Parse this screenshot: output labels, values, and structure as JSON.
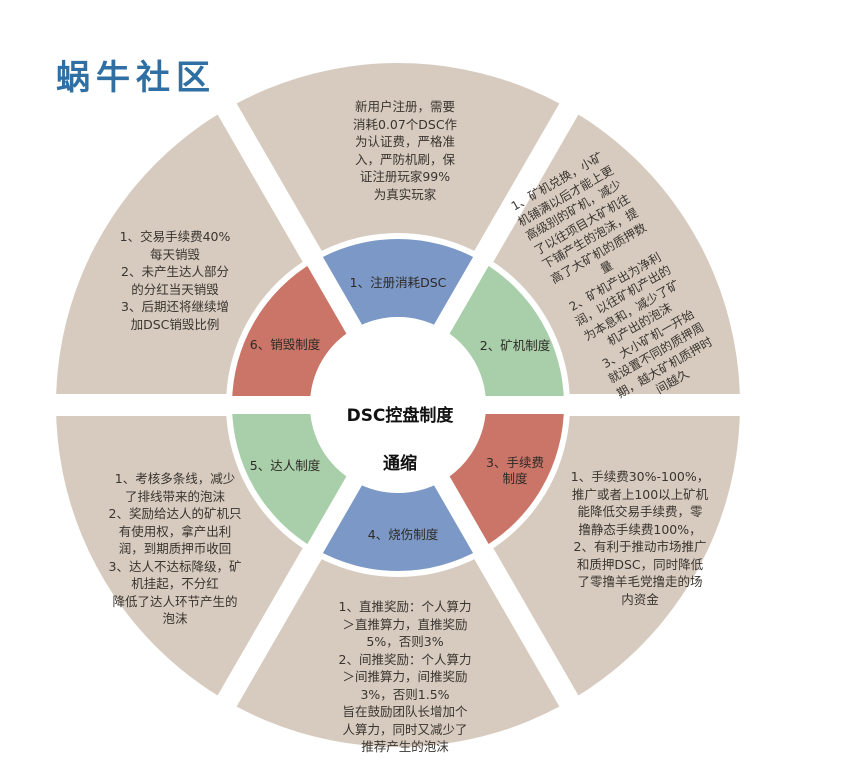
{
  "brand": "蜗牛社区",
  "center": {
    "line1": "DSC控盘制度",
    "line2": "通缩"
  },
  "segments": [
    {
      "label": "1、注册消耗DSC",
      "color": "#7b98c6",
      "detail": "新用户注册，需要\n消耗0.07个DSC作\n为认证费，严格准\n入，严防机刷，保\n证注册玩家99%\n为真实玩家"
    },
    {
      "label": "2、矿机制度",
      "color": "#a8cfaa",
      "detail": "1、矿机兑换，小矿\n机铺满以后才能上更\n高级别的矿机，减少\n了以往项目大矿机往\n下铺产生的泡沫，提\n高了大矿机的质押数\n量\n2、矿机产出为净利\n润，以往矿机产出的\n为本息和，减少了矿\n机产出的泡沫\n3、大小矿机一开始\n就设置不同的质押周\n期，越大矿机质押时\n间越久"
    },
    {
      "label": "3、手续费\n制度",
      "color": "#cb7468",
      "detail": "1、手续费30%-100%，\n推广或者上100以上矿机\n能降低交易手续费，零\n撸静态手续费100%，\n2、有利于推动市场推广\n和质押DSC，同时降低\n了零撸羊毛党撸走的场\n内资金"
    },
    {
      "label": "4、烧伤制度",
      "color": "#7b98c6",
      "detail": "1、直推奖励：个人算力\n＞直推算力，直推奖励\n5%，否则3%\n2、间推奖励：个人算力\n＞间推算力，间推奖励\n3%，否则1.5%\n旨在鼓励团队长增加个\n人算力，同时又减少了\n推荐产生的泡沫"
    },
    {
      "label": "5、达人制度",
      "color": "#a8cfaa",
      "detail": "1、考核多条线，减少\n了排线带来的泡沫\n2、奖励给达人的矿机只\n有使用权，拿产出利\n润，到期质押币收回\n3、达人不达标降级，矿\n机挂起，不分红\n降低了达人环节产生的\n泡沫"
    },
    {
      "label": "6、销毁制度",
      "color": "#cb7468",
      "detail": "1、交易手续费40%\n每天销毁\n2、未产生达人部分\n的分红当天销毁\n3、后期还将继续增\n加DSC销毁比例"
    }
  ],
  "colors": {
    "outer": "#d7cbbf",
    "brand": "#2f6fa3",
    "background": "#ffffff"
  }
}
